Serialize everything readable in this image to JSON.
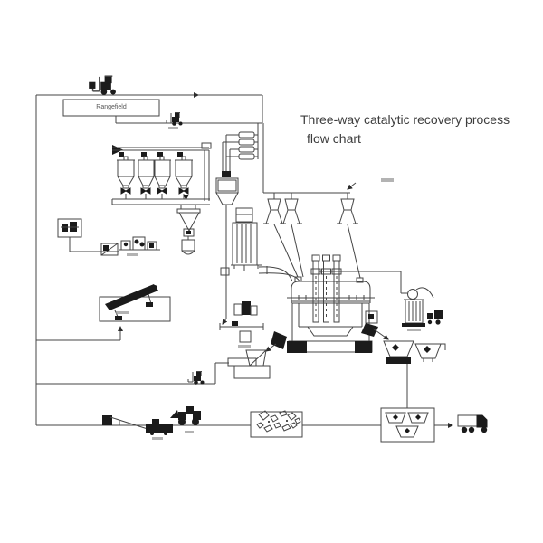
{
  "title": {
    "line1": "Three-way catalytic recovery process",
    "line2": "flow chart",
    "color": "#3d3d3d"
  },
  "labels": {
    "rangefield_box": "Rangefield"
  },
  "diagram": {
    "type": "process-flow-diagram",
    "subject": "Three-way catalytic converter recovery smelting process",
    "line_color": "#454545",
    "equipment_color": "#1b1b1b",
    "background": "#ffffff",
    "stations": [
      {
        "id": "forklift-infeed",
        "icon": "forklift-icon"
      },
      {
        "id": "rangefield-storage-box",
        "label": "Rangefield"
      },
      {
        "id": "forklift-transfer",
        "icon": "forklift-icon"
      },
      {
        "id": "weigh-feeder-bank",
        "count": 4
      },
      {
        "id": "additive-mixer"
      },
      {
        "id": "bucket-elevator"
      },
      {
        "id": "storage-hopper-row",
        "count": 4
      },
      {
        "id": "collecting-screw-duct"
      },
      {
        "id": "motor-unit-box"
      },
      {
        "id": "ball-mill-line"
      },
      {
        "id": "cyclone-separator"
      },
      {
        "id": "receiver-tank"
      },
      {
        "id": "vibrating-screen"
      },
      {
        "id": "disc-granulator"
      },
      {
        "id": "dust-collector"
      },
      {
        "id": "furnace-feed-line",
        "roof_feeders": 3
      },
      {
        "id": "electric-smelting-furnace",
        "electrodes": 3
      },
      {
        "id": "granulation-pump-unit"
      },
      {
        "id": "slag-chute"
      },
      {
        "id": "slag-settling-tank"
      },
      {
        "id": "forklift-slag",
        "icon": "forklift-icon"
      },
      {
        "id": "metal-taphole"
      },
      {
        "id": "casting-molds",
        "count": 2
      },
      {
        "id": "ingot-stack-box",
        "ingots": 3
      },
      {
        "id": "crushed-material-box",
        "pieces": 10
      },
      {
        "id": "wheel-loader",
        "icon": "loader-icon"
      },
      {
        "id": "crusher"
      },
      {
        "id": "inclined-belt-conveyor"
      },
      {
        "id": "product-truck",
        "icon": "truck-icon"
      }
    ],
    "note": "several tiny equipment captions are illegible at native resolution"
  }
}
